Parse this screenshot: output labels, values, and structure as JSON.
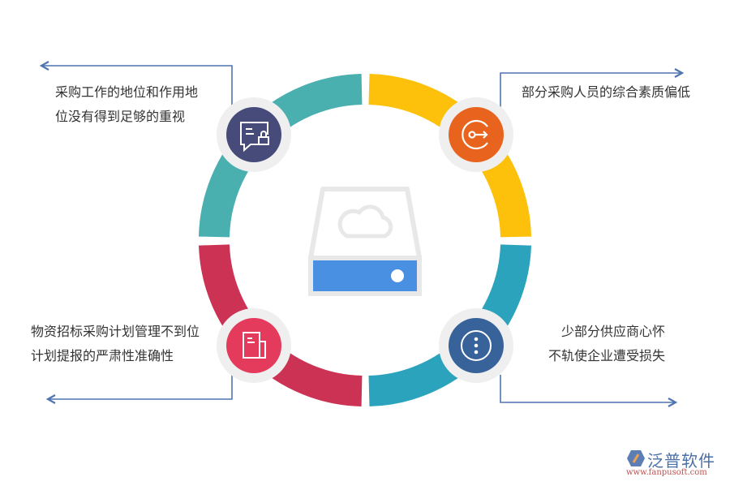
{
  "diagram": {
    "type": "circular-cycle",
    "center_icon": "cloud-storage-drive-icon",
    "segments": [
      {
        "position": "top-left",
        "color": "#4AAFAF",
        "badge_color": "#474B7A",
        "icon": "chat-lock-icon",
        "text_lines": [
          "采购工作的地位和作用地",
          "位没有得到足够的重视"
        ],
        "arrow_direction": "left"
      },
      {
        "position": "top-right",
        "color": "#FDC10B",
        "badge_color": "#E8641E",
        "icon": "key-exit-icon",
        "text_lines": [
          "部分采购人员的综合素质偏低"
        ],
        "arrow_direction": "right"
      },
      {
        "position": "bottom-left",
        "color": "#CC3253",
        "badge_color": "#E43B5C",
        "icon": "document-icon",
        "text_lines": [
          "物资招标采购计划管理不到位",
          "计划提报的严肃性准确性"
        ],
        "arrow_direction": "left"
      },
      {
        "position": "bottom-right",
        "color": "#2BA3BD",
        "badge_color": "#37629A",
        "icon": "more-vertical-icon",
        "text_lines": [
          "少部分供应商心怀",
          "不轨使企业遭受损失"
        ],
        "arrow_direction": "right"
      }
    ],
    "colors": {
      "connector": "#4F74B0",
      "badge_ring": "#EFEFEF",
      "drive_outline": "#E8E8E8",
      "drive_panel": "#4A90E2",
      "text": "#333333"
    }
  },
  "logo": {
    "name": "泛普软件",
    "url": "www.fanpusoft.com"
  }
}
